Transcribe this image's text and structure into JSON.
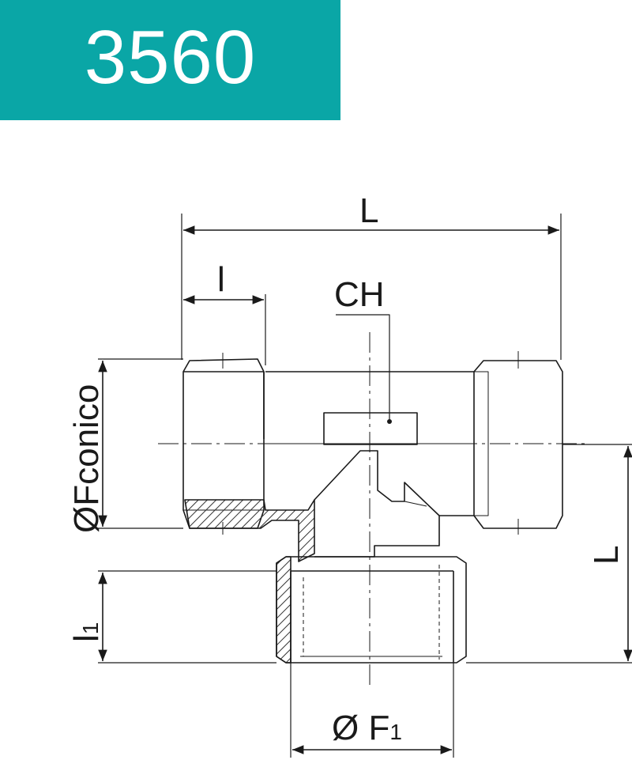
{
  "header": {
    "code": "3560",
    "background": "#0aa6a6",
    "text_color": "#ffffff"
  },
  "dims": {
    "L_top": "L",
    "l_top": "l",
    "ch": "CH",
    "f_conico": "ØFconico",
    "L_right": "L",
    "l1_main": "l",
    "l1_sub": "1",
    "f1_main": "Ø F",
    "f1_sub": "1"
  },
  "line_color": "#1a1a1a",
  "hatch_color": "#333333"
}
